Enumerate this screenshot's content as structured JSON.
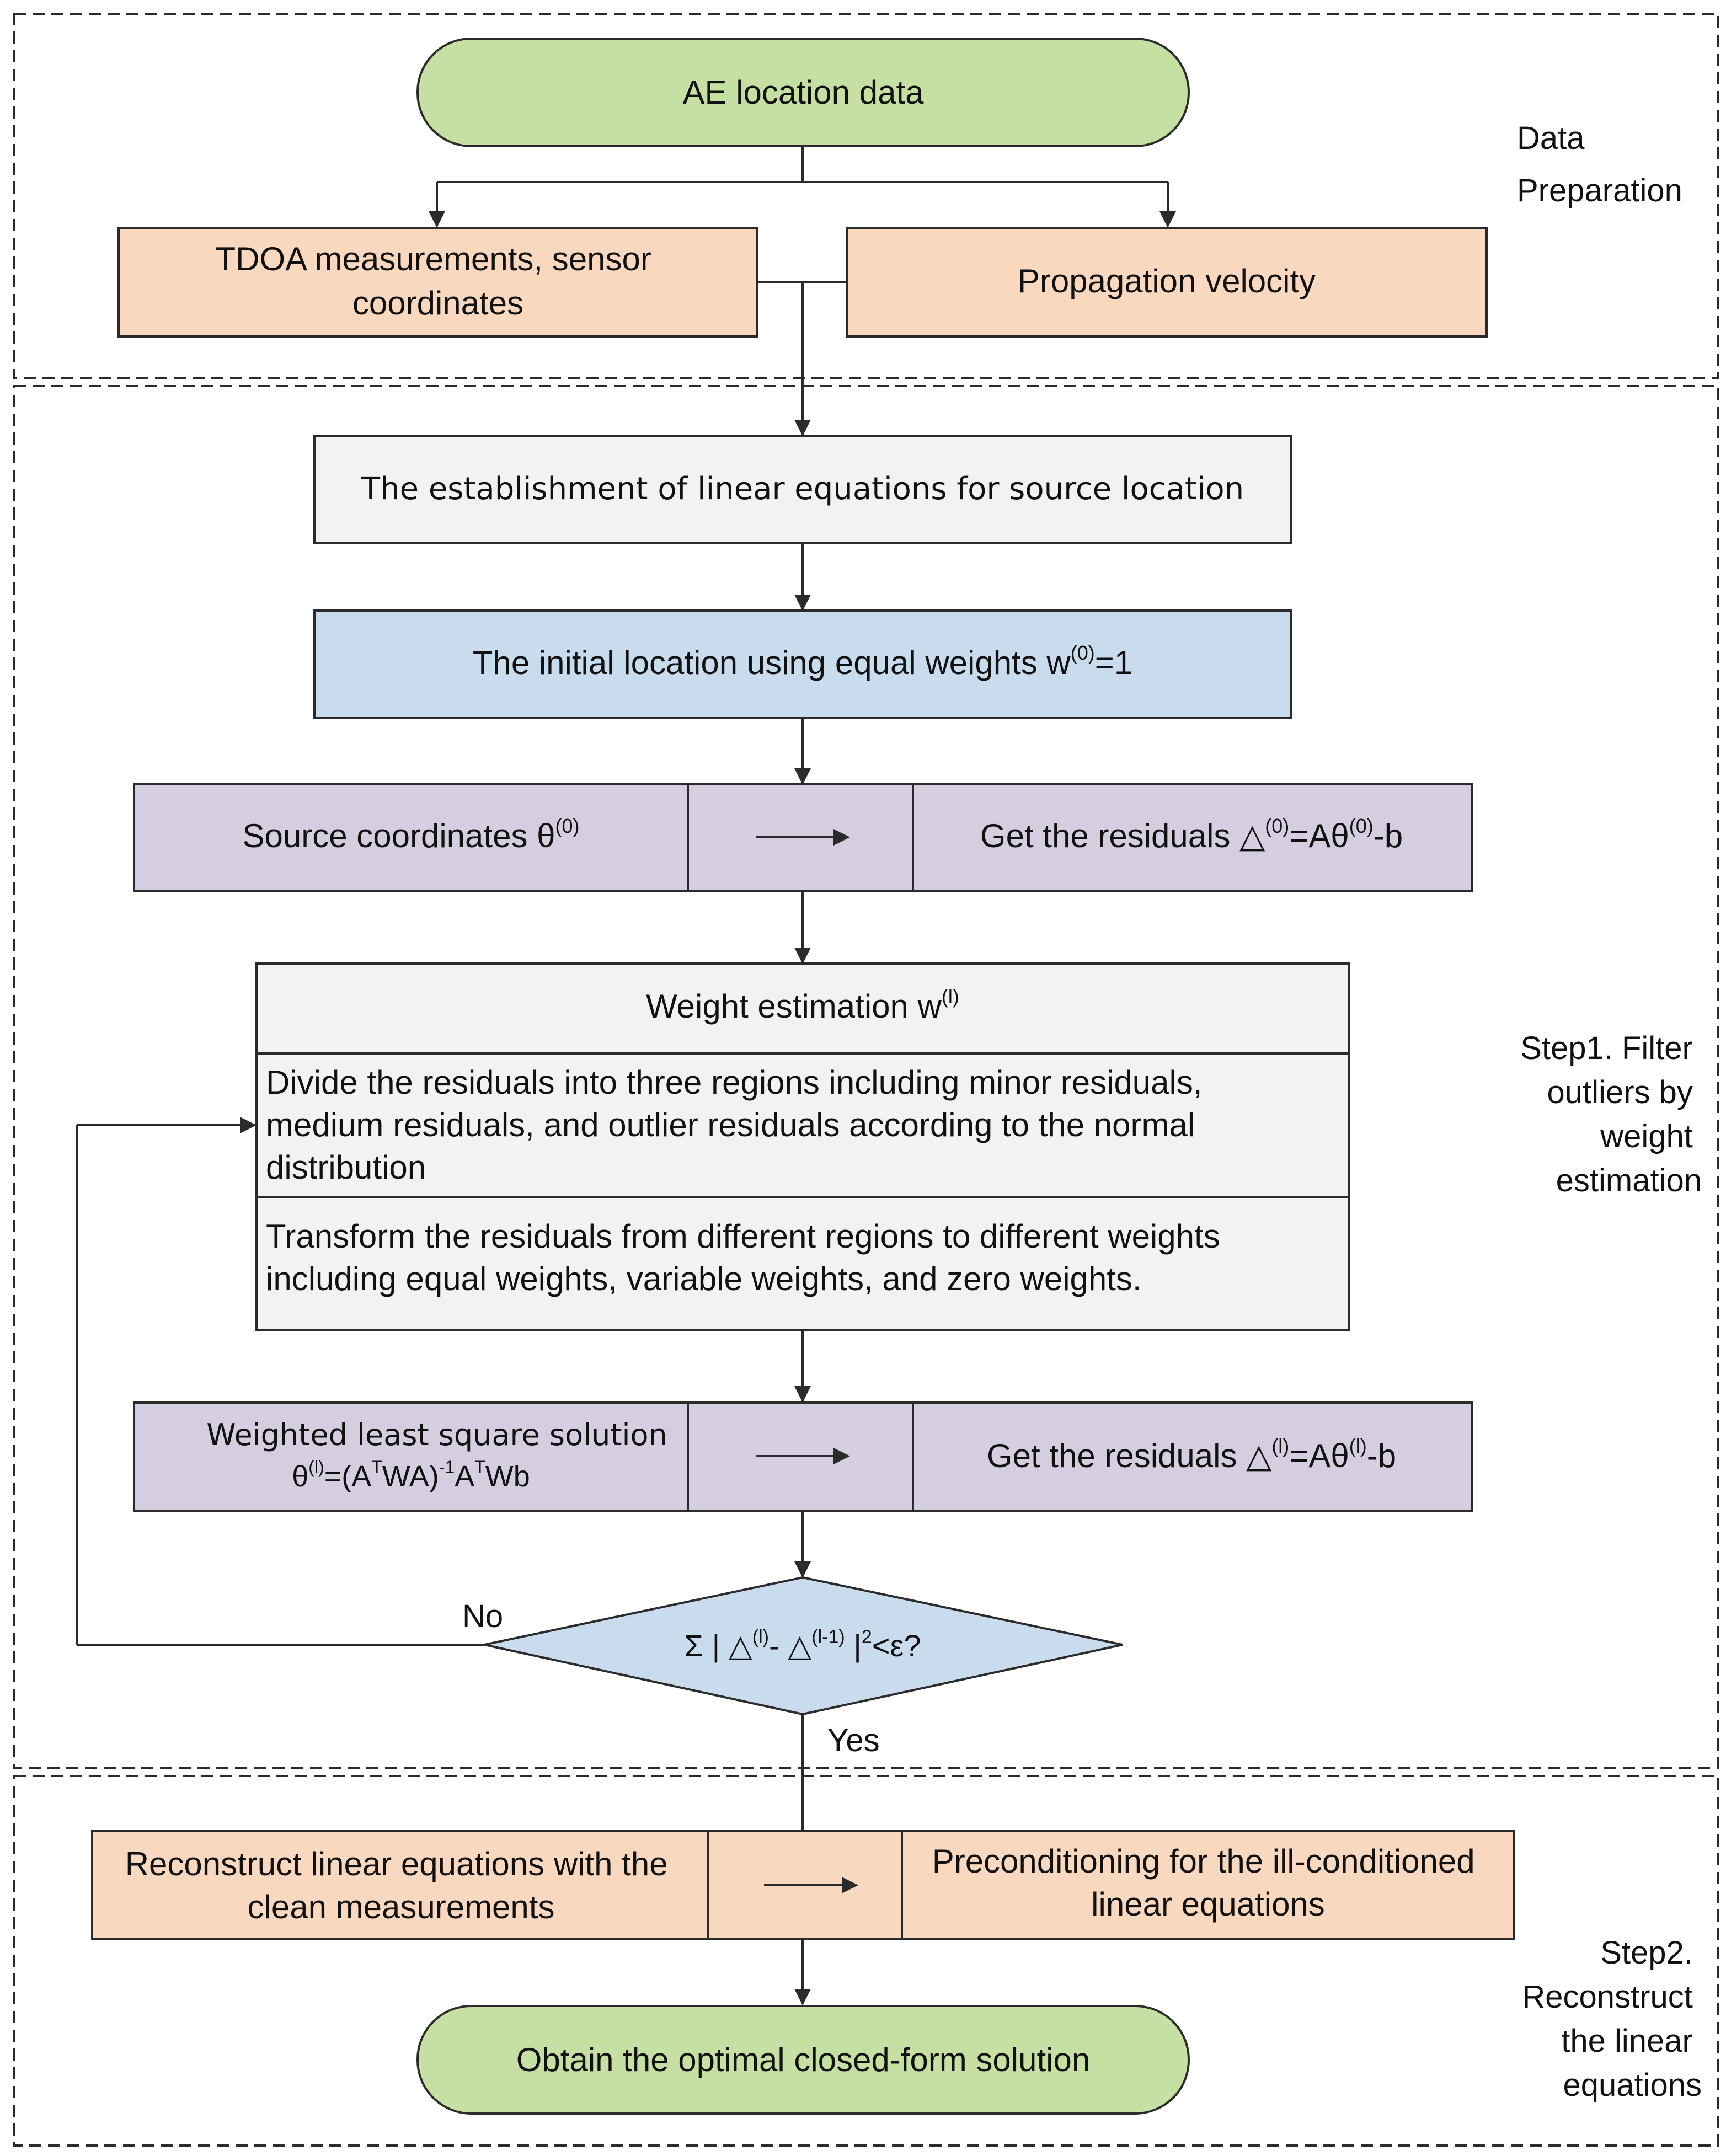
{
  "colors": {
    "green": "#c6e0a4",
    "peach": "#f8d9bf",
    "gray": "#f2f3f1",
    "blue": "#c8dcee",
    "purple": "#d5cde0",
    "line": "#2b2b2b"
  },
  "sections": {
    "data_prep": [
      "Data",
      "Preparation"
    ],
    "step1": [
      "Step1. Filter",
      "outliers by",
      "weight",
      "estimation"
    ],
    "step2": [
      "Step2.",
      "Reconstruct",
      "the linear",
      "equations"
    ]
  },
  "nodes": {
    "start": "AE location data",
    "tdoa": [
      "TDOA measurements, sensor",
      "coordinates"
    ],
    "velocity": "Propagation velocity",
    "establish": "The establishment of linear equations for source location",
    "initial": {
      "text": "The initial location using equal weights w",
      "sup": "(0)",
      "tail": "=1"
    },
    "source_coords": {
      "text": "Source coordinates θ",
      "sup": "(0)"
    },
    "residuals0": {
      "a": "Get the residuals △",
      "sup1": "(0)",
      "b": "=Aθ",
      "sup2": "(0)",
      "c": "-b"
    },
    "weight_title": {
      "text": "Weight estimation w",
      "sup": "(l)"
    },
    "divide": [
      "Divide the residuals into three regions including minor residuals,",
      "medium residuals, and outlier residuals according to the normal",
      "distribution"
    ],
    "transform": [
      "Transform the residuals from different regions to different weights",
      "including equal weights, variable weights, and zero weights."
    ],
    "wls_title": "Weighted least square solution",
    "wls_formula": {
      "t1": "θ",
      "s1": "(l)",
      "t2": "=(A",
      "s2": "T",
      "t3": "WA)",
      "s3": "-1",
      "t4": "A",
      "s4": "T",
      "t5": "Wb"
    },
    "residualsl": {
      "a": "Get the residuals △",
      "sup1": "(l)",
      "b": "=Aθ",
      "sup2": "(l)",
      "c": "-b"
    },
    "condition": {
      "a": "Σ | △",
      "s1": "(l)",
      "b": "- △",
      "s2": "(l-1)",
      "c": " |",
      "s3": "2",
      "d": "<ε?"
    },
    "no_label": "No",
    "yes_label": "Yes",
    "reconstruct": [
      "Reconstruct linear equations with the",
      "clean measurements"
    ],
    "precondition": [
      "Preconditioning for the ill-conditioned",
      "linear equations"
    ],
    "end": "Obtain the optimal closed-form solution"
  }
}
